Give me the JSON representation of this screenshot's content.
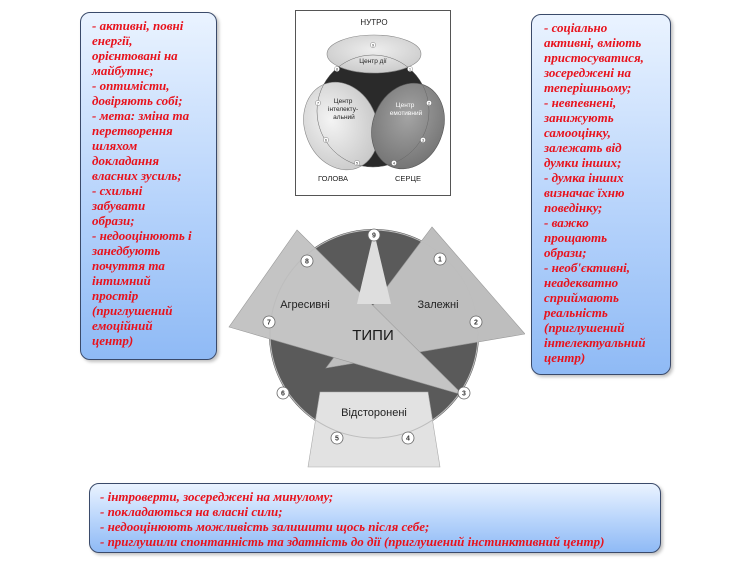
{
  "left_box": {
    "lines": [
      "- активні, повні",
      "енергії,",
      "орієнтовані на",
      "майбутнє;",
      "- оптимісти,",
      "довіряють собі;",
      "- мета: зміна та",
      "перетворення",
      "шляхом",
      "докладання",
      "власних зусиль;",
      "- схильні",
      "забувати",
      "образи;",
      "- недооцінюють і",
      "занедбують",
      "почуття та",
      "інтимний",
      "простір",
      "(приглушений",
      "емоційний",
      "центр)"
    ]
  },
  "right_box": {
    "lines": [
      "- соціально",
      "активні, вміють",
      "пристосуватися,",
      "зосереджені на",
      "теперішньому;",
      "- невпевнені,",
      "занижують",
      "самооцінку,",
      "залежать від",
      "думки інших;",
      "- думка інших",
      "визначає їхню",
      "поведінку;",
      "- важко",
      "прощають",
      "образи;",
      "- необ'єктивні,",
      "неадекватно",
      "сприймають",
      "реальність",
      "(приглушений",
      "інтелектуальний",
      "центр)"
    ]
  },
  "bottom_box": {
    "lines": [
      "- інтроверти, зосереджені на минулому;",
      "- покладаються на власні сили;",
      "- недооцінюють можливість залишити щось після себе;",
      "- приглушили спонтанність та здатність до дії (приглушений інстинктивний центр)"
    ]
  },
  "triad": {
    "label_top": "НУТРО",
    "label_left": "ГОЛОВА",
    "label_right": "СЕРЦЕ",
    "action_center": "Центр дії",
    "intellect_center": [
      "Центр",
      "інтелекту-",
      "альний"
    ],
    "emotion_center": [
      "Центр",
      "емотивний"
    ],
    "action_points": [
      "9",
      "8",
      "1"
    ],
    "intellect_points": [
      "7",
      "6",
      "5"
    ],
    "emotion_points": [
      "2",
      "3",
      "4"
    ]
  },
  "enneagram": {
    "center_label": "ТИПИ",
    "type_aggressive": "Агресивні",
    "type_dependent": "Залежні",
    "type_withdrawn": "Відсторонені",
    "points": [
      "9",
      "1",
      "2",
      "3",
      "4",
      "5",
      "6",
      "7",
      "8"
    ]
  }
}
